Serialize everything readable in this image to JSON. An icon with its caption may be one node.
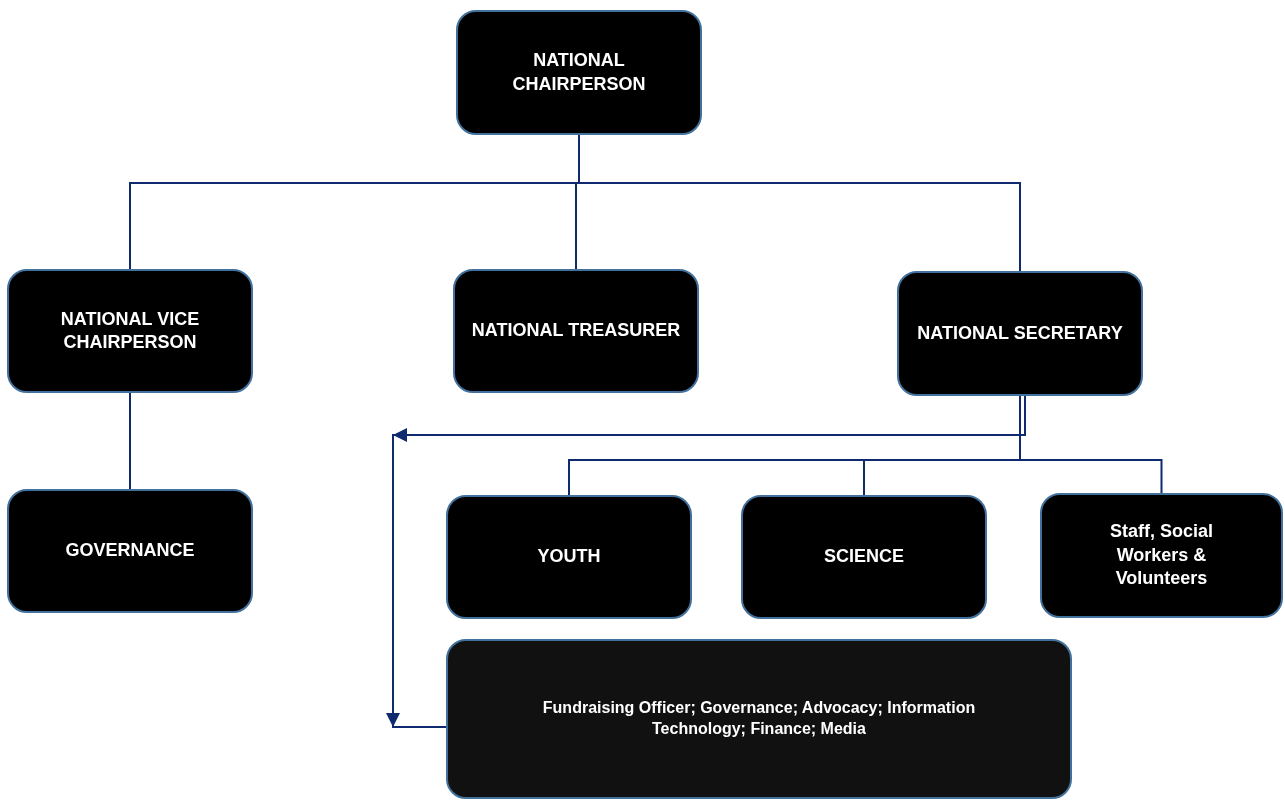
{
  "diagram": {
    "nodes": [
      {
        "text": [
          "NATIONAL CHAIRPERSON"
        ]
      },
      {
        "text": [
          "NATIONAL VICE CHAIRPERSON"
        ]
      },
      {
        "text": [
          "NATIONAL TREASURER"
        ]
      },
      {
        "text": [
          "NATIONAL SECRETARY"
        ]
      },
      {
        "text": [
          "GOVERNANCE"
        ]
      },
      {
        "text": [
          "YOUTH"
        ]
      },
      {
        "text": [
          "SCIENCE"
        ]
      },
      {
        "text": [
          "Staff, Social Workers & Volunteers"
        ]
      },
      {
        "text": [
          "Fundraising Officer; Governance; Advocacy; Information Technology; Finance; Media"
        ]
      }
    ],
    "edges": [
      {
        "from": 0,
        "to": 1,
        "arrow": "none"
      },
      {
        "from": 0,
        "to": 2,
        "arrow": "none"
      },
      {
        "from": 0,
        "to": 3,
        "arrow": "none"
      },
      {
        "from": 1,
        "to": 4,
        "arrow": "none"
      },
      {
        "from": 3,
        "to": 5,
        "arrow": "none"
      },
      {
        "from": 3,
        "to": 6,
        "arrow": "none"
      },
      {
        "from": 3,
        "to": 7,
        "arrow": "none"
      },
      {
        "from": 3,
        "to": 8,
        "arrow": "to"
      }
    ]
  }
}
